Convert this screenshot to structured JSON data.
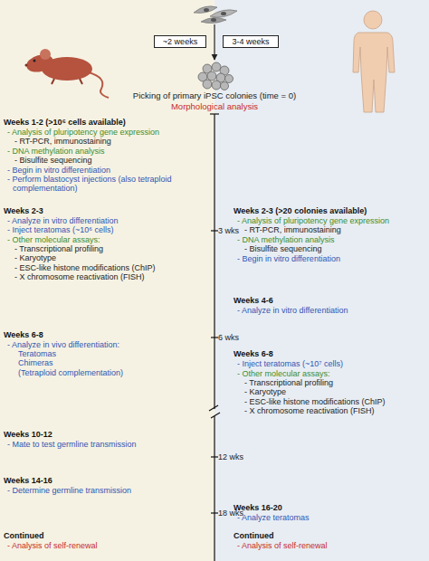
{
  "diagram": {
    "nodes": [
      {
        "text": [
          "~2 weeks"
        ]
      },
      {
        "text": [
          "3-4 weeks"
        ]
      }
    ],
    "labels": [
      "Picking of primary iPSC colonies (time = 0)",
      "Morphological analysis",
      "Weeks 1-2 (>10⁶ cells available)",
      "- Analysis of pluripotency gene expression",
      "- RT-PCR, immunostaining",
      "- DNA methylation analysis",
      "- Bisulfite sequencing",
      "- Begin in vitro differentiation",
      "- Perform blastocyst injections (also tetraploid complementation)",
      "Weeks 2-3",
      "- Analyze in vitro differentiation",
      "- Inject teratomas (~10⁶ cells)",
      "- Other molecular assays:",
      "- Transcriptional profiling",
      "- Karyotype",
      "- ESC-like histone modifications (ChIP)",
      "- X chromosome reactivation (FISH)",
      "Weeks 6-8",
      "- Analyze in vivo differentiation:",
      "Teratomas",
      "Chimeras",
      "(Tetraploid complementation)",
      "Weeks 10-12",
      "- Mate to test germline transmission",
      "Weeks 14-16",
      "- Determine germline transmission",
      "Continued",
      "- Analysis of self-renewal",
      "Weeks 2-3 (>20 colonies available)",
      "- Analysis of pluripotency gene expression",
      "- RT-PCR, immunostaining",
      "- DNA methylation analysis",
      "- Bisulfite sequencing",
      "- Begin in vitro differentiation",
      "Weeks 4-6",
      "- Analyze in vitro differentiation",
      "Weeks 6-8",
      "- Inject teratomas (~10⁷ cells)",
      "- Other molecular assays:",
      "- Transcriptional profiling",
      "- Karyotype",
      "- ESC-like histone modifications (ChIP)",
      "- X chromosome reactivation (FISH)",
      "Weeks 16-20",
      "- Analyze teratomas",
      "Continued",
      "- Analysis of self-renewal",
      "3 wks",
      "6 wks",
      "12 wks",
      "18 wks"
    ]
  }
}
